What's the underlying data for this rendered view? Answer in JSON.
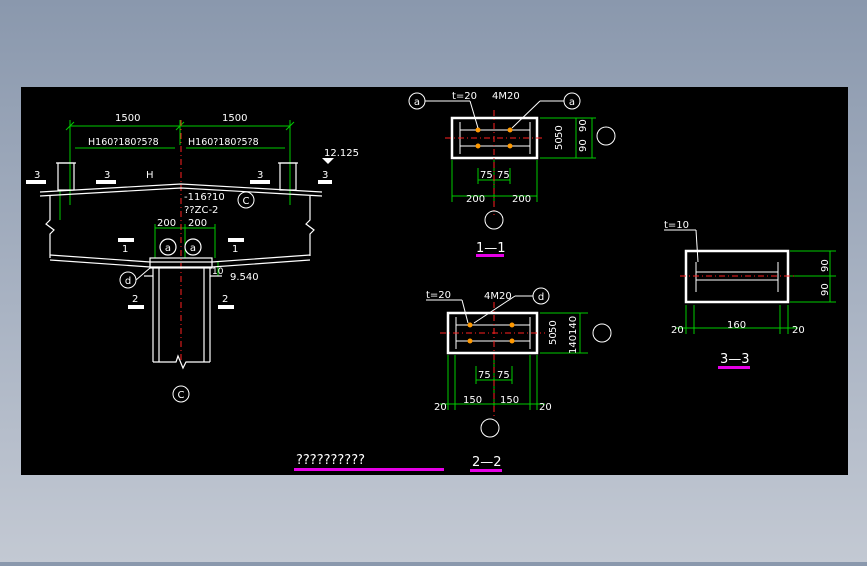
{
  "colors": {
    "canvas": "#000000",
    "line": "#ffffff",
    "dim": "#00cc00",
    "center": "#ff2020",
    "bolt": "#ff9900",
    "title_bar": "#e600e6"
  },
  "elevation": {
    "dim_left": "1500",
    "dim_right": "1500",
    "beam_left": "H160?180?5?8",
    "beam_right": "H160?180?5?8",
    "level_top": "12.125",
    "level_bottom": "9.540",
    "plate_note": "-116?10",
    "column_note": "??ZC-2",
    "dim_200_left": "200",
    "dim_200_right": "200",
    "dim_10": "10",
    "mark_h": "H",
    "cut_1": "1",
    "cut_2": "2",
    "cut_3": "3",
    "grid_c": "C",
    "grid_a": "a",
    "grid_d": "d"
  },
  "section_1": {
    "title": "1—1",
    "t_label": "t=20",
    "bolt_label": "4M20",
    "dim_75a": "75",
    "dim_75b": "75",
    "dim_200a": "200",
    "dim_200b": "200",
    "dim_50a": "50",
    "dim_50b": "50",
    "dim_90a": "90",
    "dim_90b": "90",
    "grid_a": "a"
  },
  "section_2": {
    "title": "2—2",
    "t_label": "t=20",
    "bolt_label": "4M20",
    "dim_75a": "75",
    "dim_75b": "75",
    "dim_150a": "150",
    "dim_150b": "150",
    "dim_20a": "20",
    "dim_20b": "20",
    "dim_50a": "50",
    "dim_50b": "50",
    "dim_140a": "140",
    "dim_140b": "140",
    "grid_d": "d"
  },
  "section_3": {
    "title": "3—3",
    "t_label": "t=10",
    "dim_160": "160",
    "dim_20a": "20",
    "dim_20b": "20",
    "dim_90a": "90",
    "dim_90b": "90"
  },
  "drawing_title": "??????????"
}
